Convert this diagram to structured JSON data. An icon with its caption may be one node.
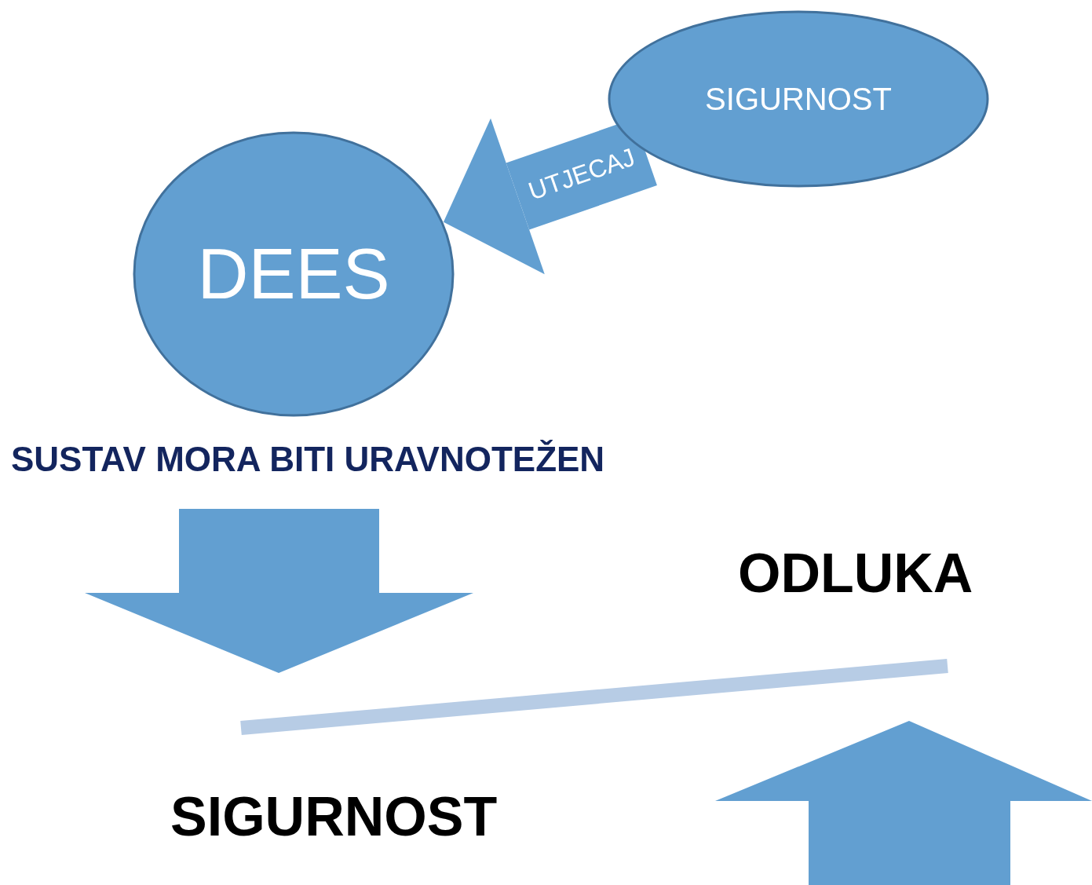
{
  "diagram": {
    "nodes": [
      {
        "text": [
          "SIGURNOST"
        ]
      },
      {
        "text": [
          "DEES"
        ]
      }
    ],
    "edges": [
      {
        "from": 0,
        "to": 1,
        "arrow": "to",
        "label": "UTJECAJ"
      }
    ],
    "labels": [
      "SUSTAV MORA BITI URAVNOTEŽEN",
      "ODLUKA",
      "SIGURNOST"
    ]
  }
}
